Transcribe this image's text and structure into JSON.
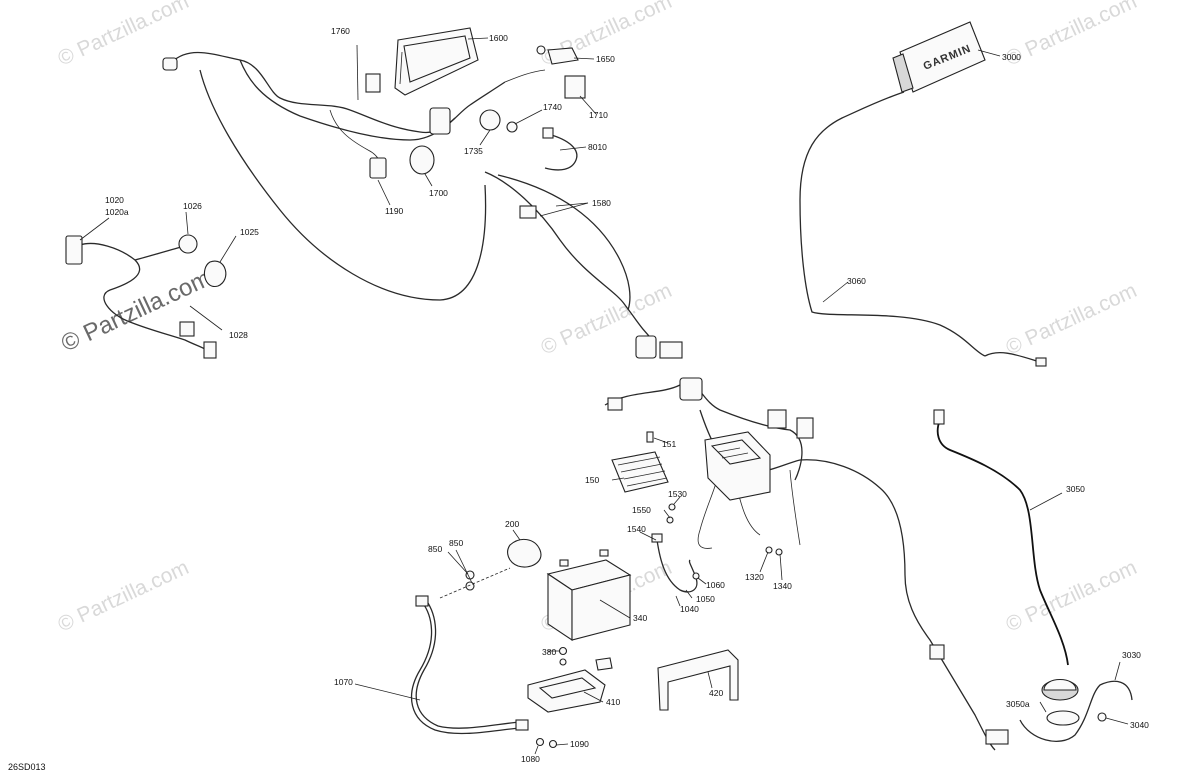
{
  "watermark": {
    "text": "© Partzilla.com",
    "emphasized_text": "© Partzilla.com"
  },
  "diagram_code": "26SD013",
  "display_text": "GARMIN",
  "callouts": {
    "c1760": "1760",
    "c1600": "1600",
    "c1650": "1650",
    "c1710": "1710",
    "c1740": "1740",
    "c1735": "1735",
    "c8010": "8010",
    "c1700": "1700",
    "c1190": "1190",
    "c1580": "1580",
    "c3000": "3000",
    "c3060": "3060",
    "c1020": "1020",
    "c1020a": "1020a",
    "c1026": "1026",
    "c1025": "1025",
    "c1028": "1028",
    "c151": "151",
    "c150": "150",
    "c1530": "1530",
    "c1550": "1550",
    "c1540": "1540",
    "c200": "200",
    "c850a": "850",
    "c850b": "850",
    "c340": "340",
    "c1060": "1060",
    "c1050": "1050",
    "c1040": "1040",
    "c1320": "1320",
    "c1340": "1340",
    "c3050": "3050",
    "c380": "380",
    "c410": "410",
    "c420": "420",
    "c1070": "1070",
    "c1090": "1090",
    "c1080": "1080",
    "c3030": "3030",
    "c3050a": "3050a",
    "c3040": "3040"
  }
}
